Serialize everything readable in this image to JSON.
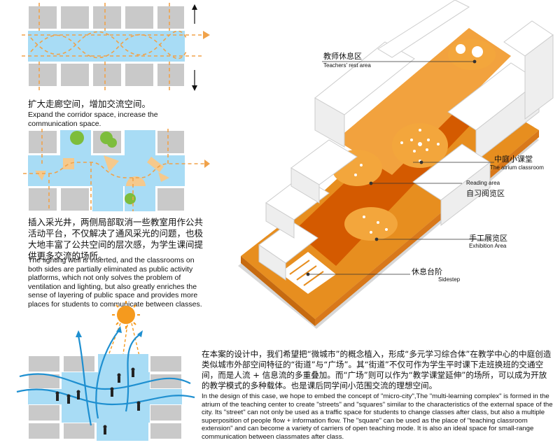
{
  "diagram1": {
    "caption_zh": "扩大走廊空间，增加交流空间。",
    "caption_en": "Expand the corridor space, increase the communication space."
  },
  "diagram2": {
    "caption_zh": "插入采光井，两侧局部取消一些教室用作公共活动平台，不仅解决了通风采光的问题，也极大地丰富了公共空间的层次感，为学生课间提供更多交流的场所。",
    "caption_en": "The lighting well is inserted, and the classrooms on both sides are partially eliminated as public activity platforms, which not only solves the problem of ventilation and lighting, but also greatly enriches the sense of layering of public space and provides more places for students to communicate between classes."
  },
  "axon": {
    "labels": [
      {
        "zh": "教师休息区",
        "en": "Teachers' rest area"
      },
      {
        "zh": "中庭小课堂",
        "en": "The atrium classroom"
      },
      {
        "zh": "自习阅览区",
        "en": "Reading area"
      },
      {
        "zh": "手工展览区",
        "en": "Exhibition Area"
      },
      {
        "zh": "休息台阶",
        "en": "Sidestep"
      }
    ]
  },
  "main_text": {
    "zh": "在本案的设计中，我们希望把“微城市”的概念植入，形成“多元学习综合体”在教学中心的中庭创造类似城市外部空间特征的“街道”与“广场”。其“街道”不仅可作为学生平时课下走班换班的交通空间，而是人流 + 信息流的多重叠加。而“广场”则可以作为“教学课堂延伸”的场所，可以成为开放的教学模式的多种载体。也是课后同学间小范围交流的理想空间。",
    "en": "In the design of this case, we hope to embed the concept of \"micro-city\",The \"multi-learning complex\" is formed in the atrium of the teaching center to create \"streets\" and \"squares\" similar to the characteristics of the external space of the city. Its \"street\" can not only be used as a traffic space for students to change classes after class, but also a multiple superposition of people flow + information flow. The \"square\" can be used as the place of \"teaching classroom extension\" and can become a variety of carriers of open teaching mode. It is also an ideal space for small-range communication between classmates after class."
  },
  "colors": {
    "corridor": "#a8dcf5",
    "classroom": "#c9c9c9",
    "arrow": "#f0a24a",
    "tree": "#7dbd3c",
    "platform": "#f5c98c",
    "axon_orange": "#e78e1f",
    "axon_dark": "#d45a00",
    "flow_blue": "#1e8fd0",
    "sun": "#f59a1e"
  }
}
